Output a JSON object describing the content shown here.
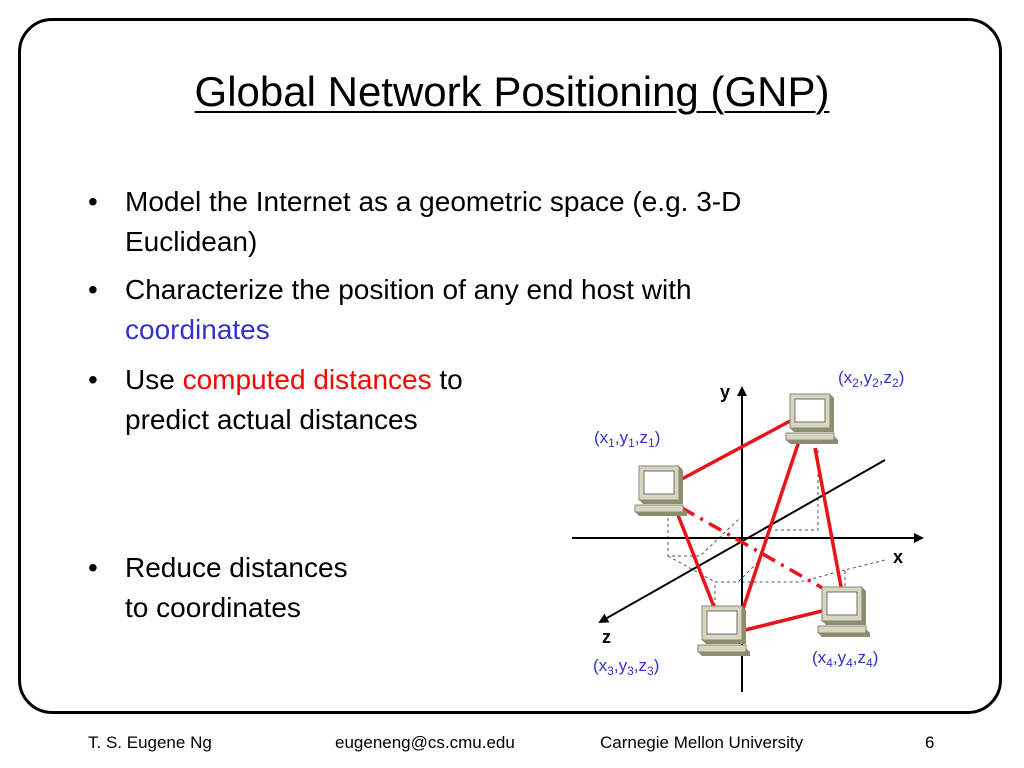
{
  "slide": {
    "title": "Global Network Positioning (GNP)",
    "bullet_glyph": "•",
    "bullets": [
      {
        "line1": "Model the Internet as a geometric space (e.g. 3-D",
        "line2": "Euclidean)"
      },
      {
        "line1": "Characterize the position of any end host with",
        "line2": "coordinates"
      },
      {
        "line1_pre": "Use ",
        "line1_highlight": "computed distances",
        "line1_post": " to",
        "line2": "predict actual distances"
      },
      {
        "line1": "Reduce distances",
        "line2": "to coordinates"
      }
    ],
    "highlight_colors": {
      "coordinates": "#3333cc",
      "computed_distances": "#ff0000"
    }
  },
  "diagram": {
    "axes": {
      "x": "x",
      "y": "y",
      "z": "z"
    },
    "hosts": [
      {
        "label": "(x",
        "sub": "1",
        "sep": ",y",
        "sub2": "1",
        "sep2": ",z",
        "sub3": "1",
        "end": ")"
      },
      {
        "label": "(x",
        "sub": "2",
        "sep": ",y",
        "sub2": "2",
        "sep2": ",z",
        "sub3": "2",
        "end": ")"
      },
      {
        "label": "(x",
        "sub": "3",
        "sep": ",y",
        "sub2": "3",
        "sep2": ",z",
        "sub3": "3",
        "end": ")"
      },
      {
        "label": "(x",
        "sub": "4",
        "sep": ",y",
        "sub2": "4",
        "sep2": ",z",
        "sub3": "4",
        "end": ")"
      }
    ],
    "link_color": "#e8141b",
    "label_color": "#3333cc",
    "icons": [
      "computer-icon"
    ]
  },
  "footer": {
    "author": "T. S. Eugene Ng",
    "email": "eugeneng@cs.cmu.edu",
    "institution": "Carnegie Mellon University",
    "page_number": "6"
  }
}
